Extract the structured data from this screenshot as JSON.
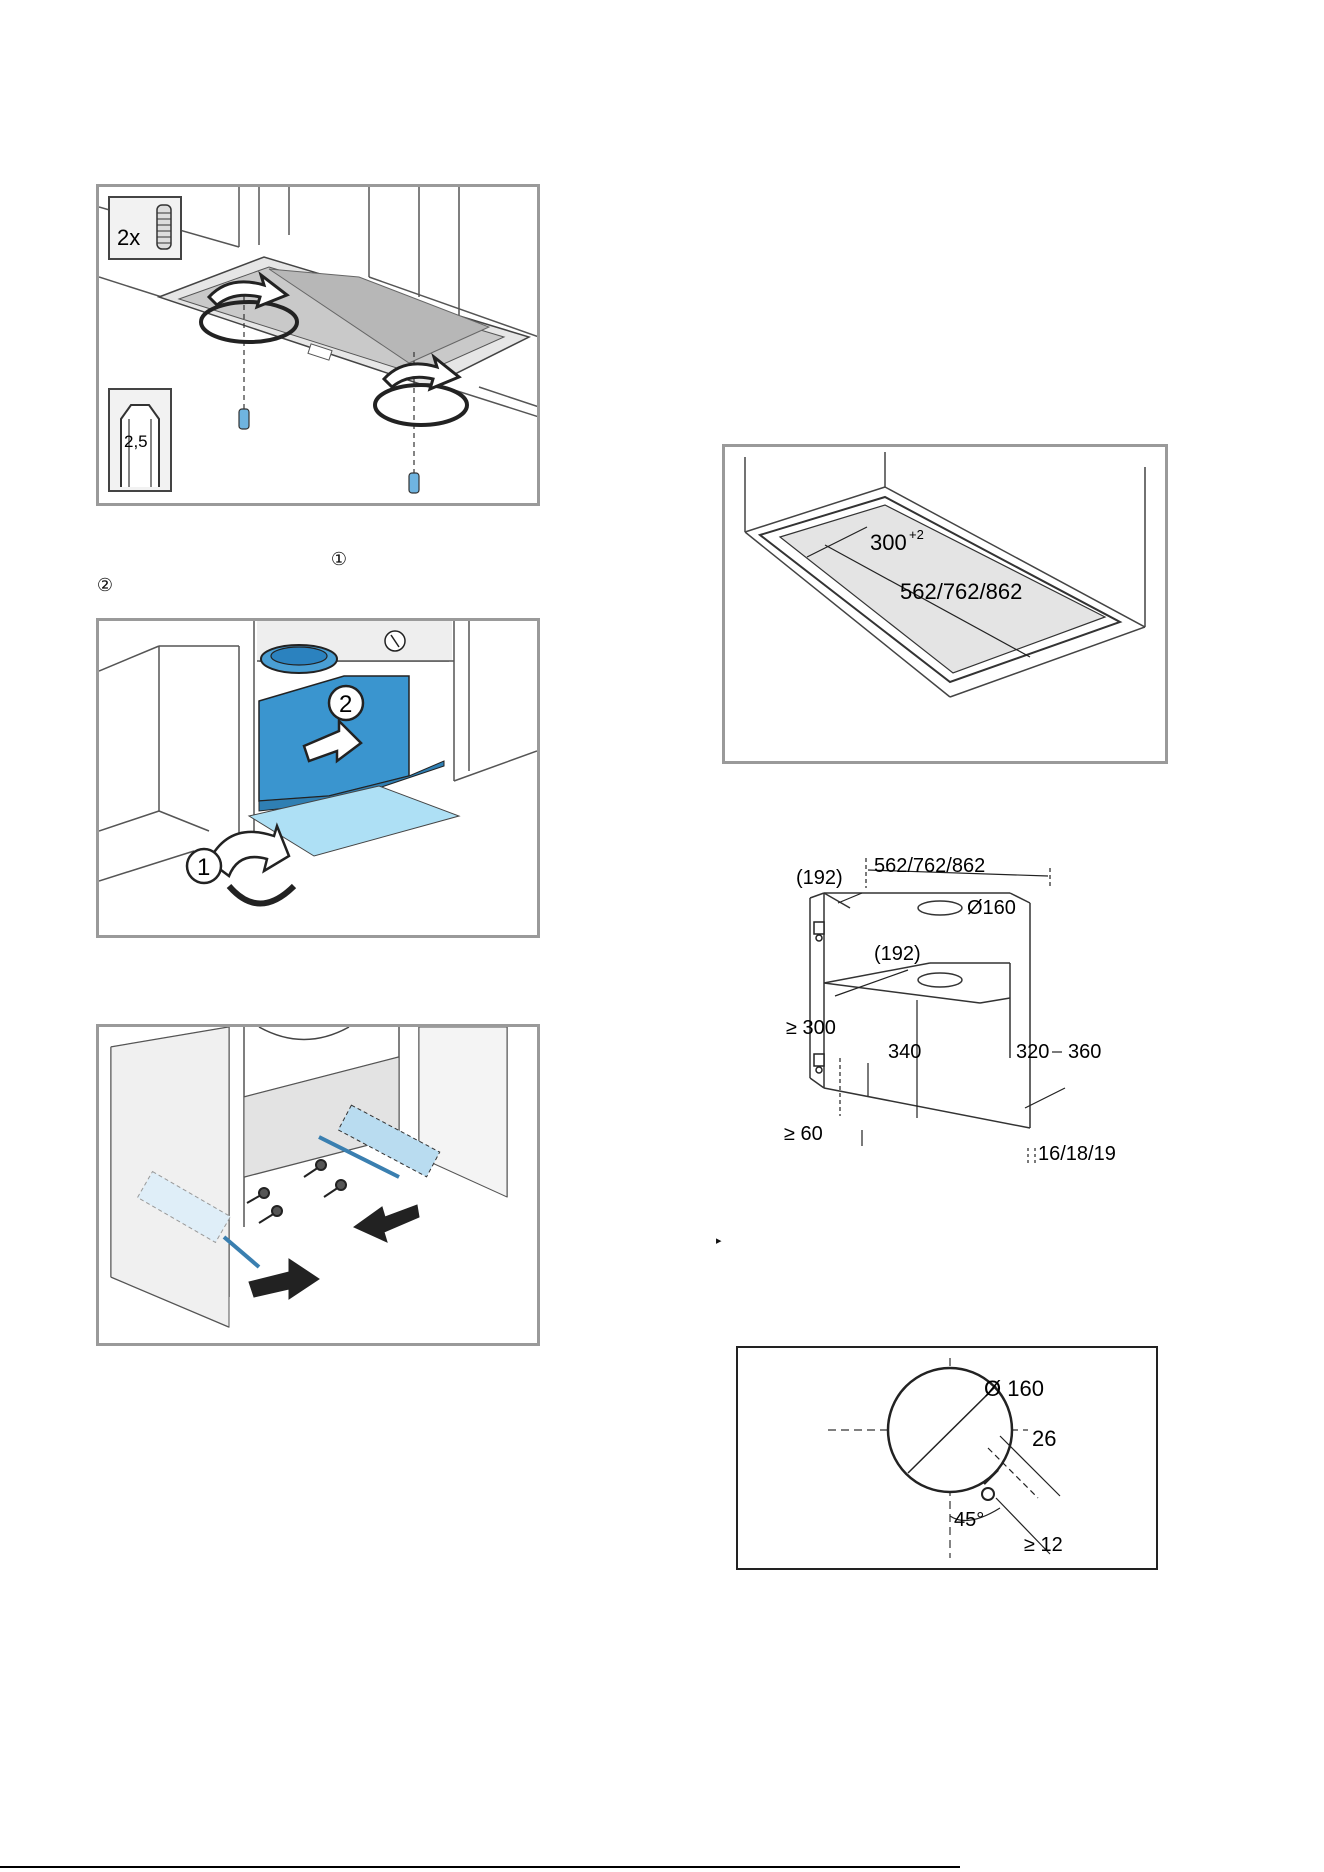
{
  "fig_screws": {
    "count_label": "2x",
    "tool_size_label": "2,5"
  },
  "text_markers": {
    "marker_1": "①",
    "marker_2": "②"
  },
  "fig_slide": {
    "step1": "1",
    "step2": "2"
  },
  "fig_cutout": {
    "depth_label": "300",
    "depth_tolerance": "+2",
    "width_label": "562/762/862"
  },
  "fig_cabinet": {
    "width_label": "562/762/862",
    "offset_top": "(192)",
    "offset_shelf": "(192)",
    "hole_label": "Ø160",
    "min_height": "≥ 300",
    "shelf_height": "340",
    "depth_range": "320",
    "depth_range_end": "360",
    "min_bottom": "≥ 60",
    "board_thickness": "16/18/19"
  },
  "bullet": {
    "symbol": "▸"
  },
  "fig_hole": {
    "diameter": "Ø 160",
    "slot_width": "26",
    "angle": "45°",
    "slot_min": "≥ 12"
  }
}
